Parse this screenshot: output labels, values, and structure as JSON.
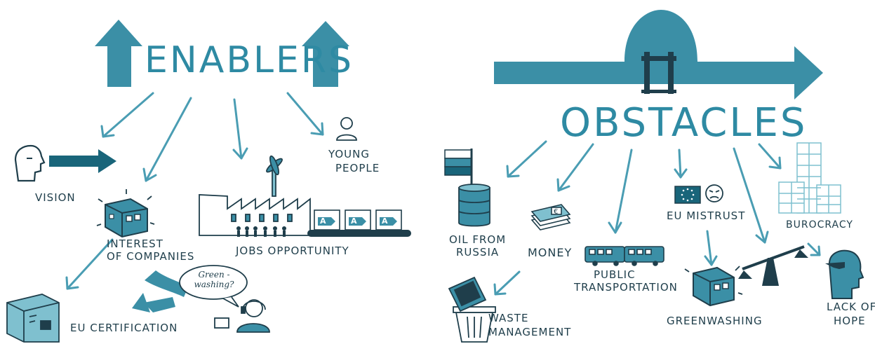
{
  "enablers": {
    "heading": "ENABLERS",
    "items": {
      "vision": "VISION",
      "interest_line1": "INTEREST",
      "interest_line2": "OF COMPANIES",
      "jobs": "JOBS OPPORTUNITY",
      "young_line1": "YOUNG",
      "young_line2": "PEOPLE",
      "eu_cert": "EU CERTIFICATION"
    },
    "speech_bubble": {
      "line1": "Green -",
      "line2": "washing?"
    },
    "energy_labels": [
      "A",
      "A",
      "A"
    ]
  },
  "obstacles": {
    "heading": "OBSTACLES",
    "items": {
      "oil_line1": "OIL FROM",
      "oil_line2": "RUSSIA",
      "money": "MONEY",
      "public_line1": "PUBLIC",
      "public_line2": "TRANSPORTATION",
      "eu_mistrust": "EU MISTRUST",
      "burocracy": "BUROCRACY",
      "waste_line1": "WASTE",
      "waste_line2": "MANAGEMENT",
      "greenwashing": "GREENWASHING",
      "hope_line1": "LACK OF",
      "hope_line2": "HOPE"
    },
    "currency_symbol": "€"
  },
  "colors": {
    "teal": "#3b8fa6",
    "teal_light": "#7fc0cf",
    "navy": "#1f3e4b",
    "dark_teal": "#19657a"
  }
}
